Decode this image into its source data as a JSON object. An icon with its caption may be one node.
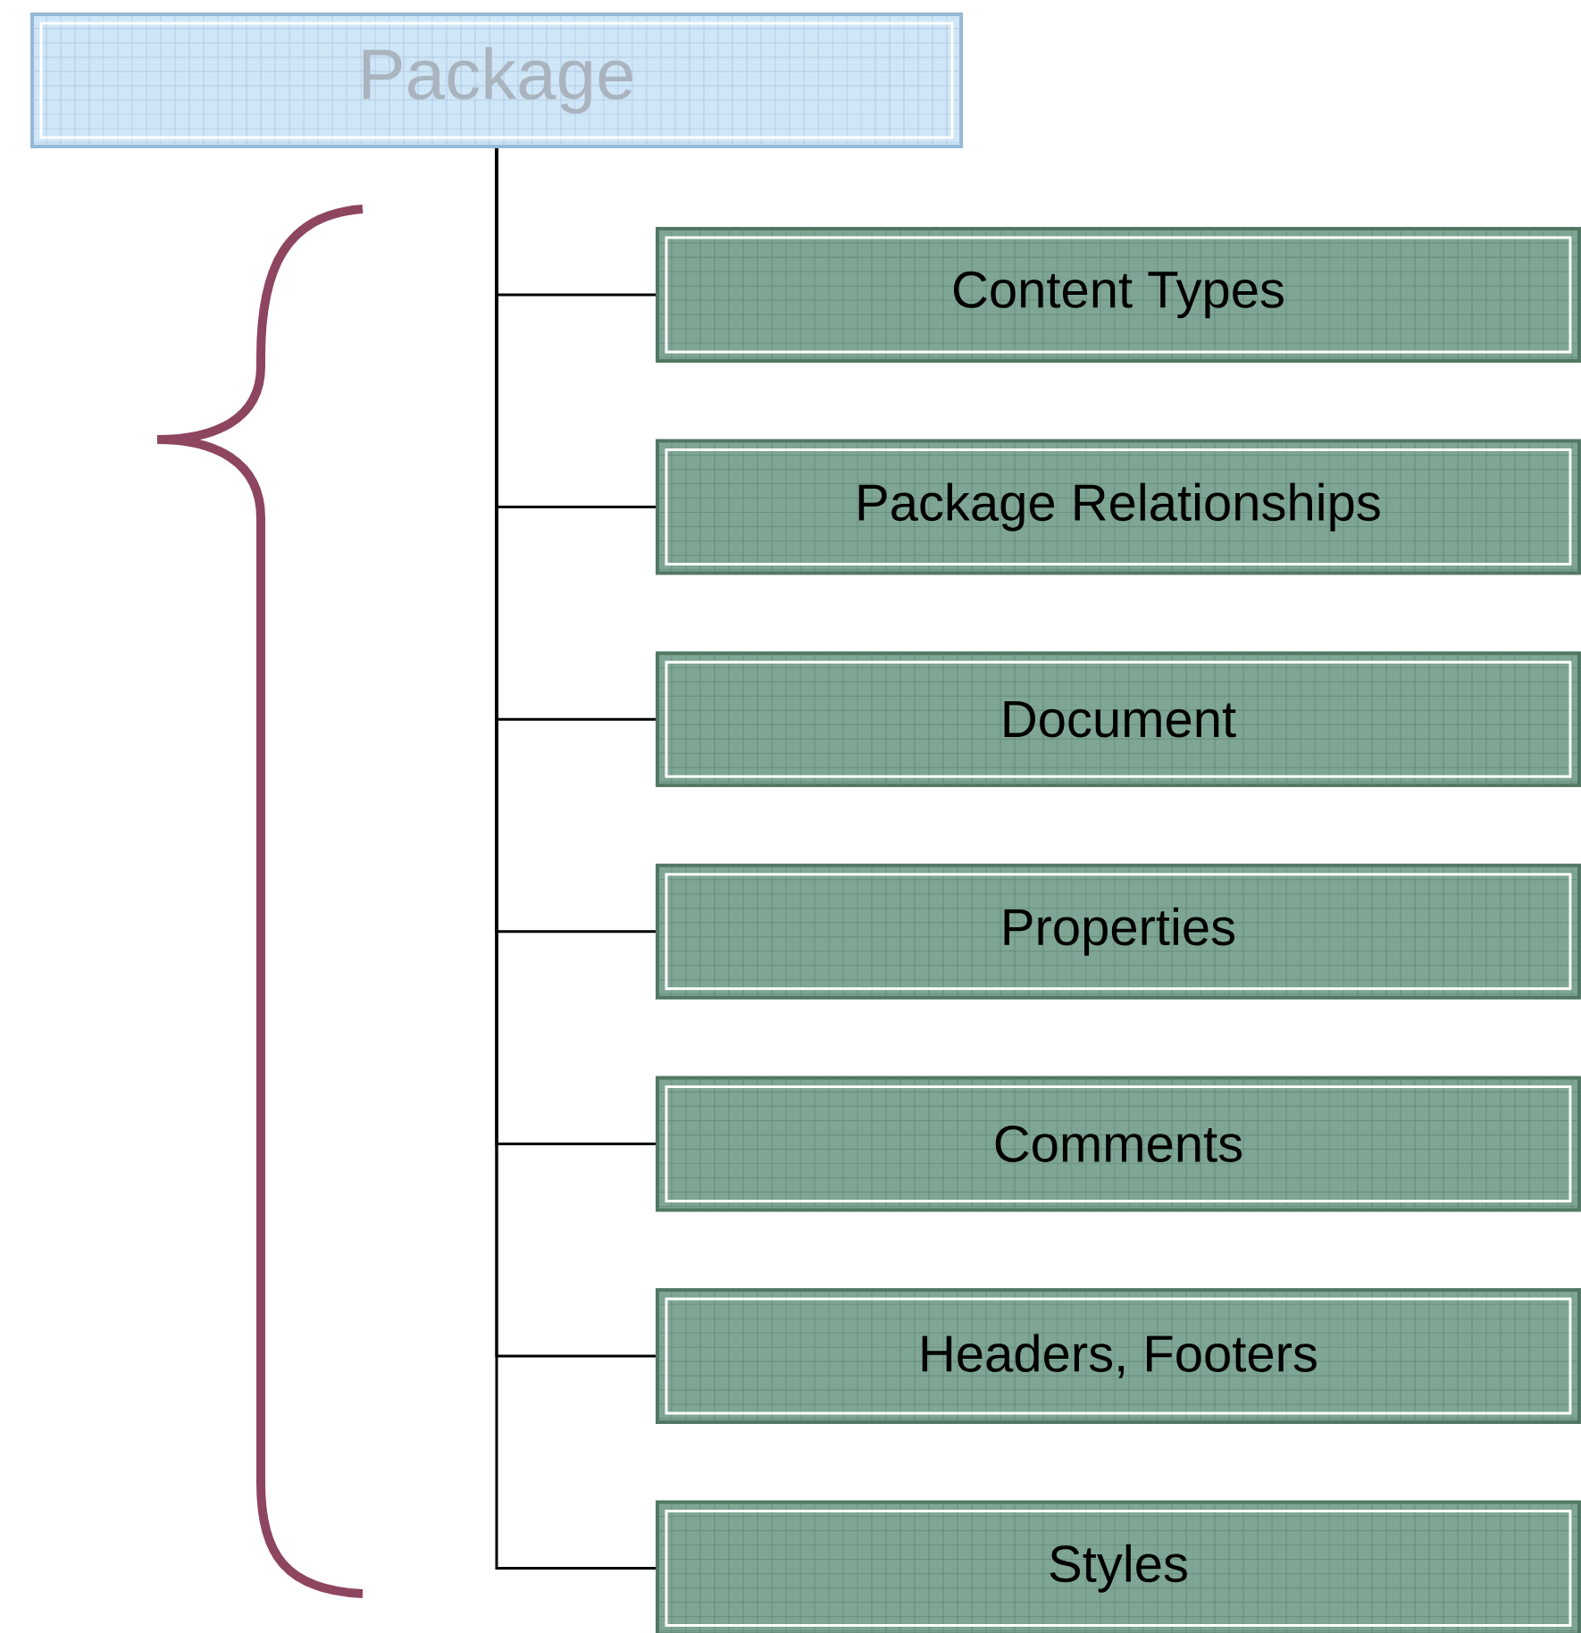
{
  "diagram": {
    "nodes": [
      {
        "text": [
          "Package"
        ]
      },
      {
        "text": [
          "Content Types"
        ]
      },
      {
        "text": [
          "Package Relationships"
        ]
      },
      {
        "text": [
          "Document"
        ]
      },
      {
        "text": [
          "Properties"
        ]
      },
      {
        "text": [
          "Comments"
        ]
      },
      {
        "text": [
          "Headers, Footers"
        ]
      },
      {
        "text": [
          "Styles"
        ]
      }
    ],
    "edges": [
      {
        "from": 0,
        "to": 1,
        "arrow": "none"
      },
      {
        "from": 0,
        "to": 2,
        "arrow": "none"
      },
      {
        "from": 0,
        "to": 3,
        "arrow": "none"
      },
      {
        "from": 0,
        "to": 4,
        "arrow": "none"
      },
      {
        "from": 0,
        "to": 5,
        "arrow": "none"
      },
      {
        "from": 0,
        "to": 6,
        "arrow": "none"
      },
      {
        "from": 0,
        "to": 7,
        "arrow": "none"
      }
    ]
  }
}
